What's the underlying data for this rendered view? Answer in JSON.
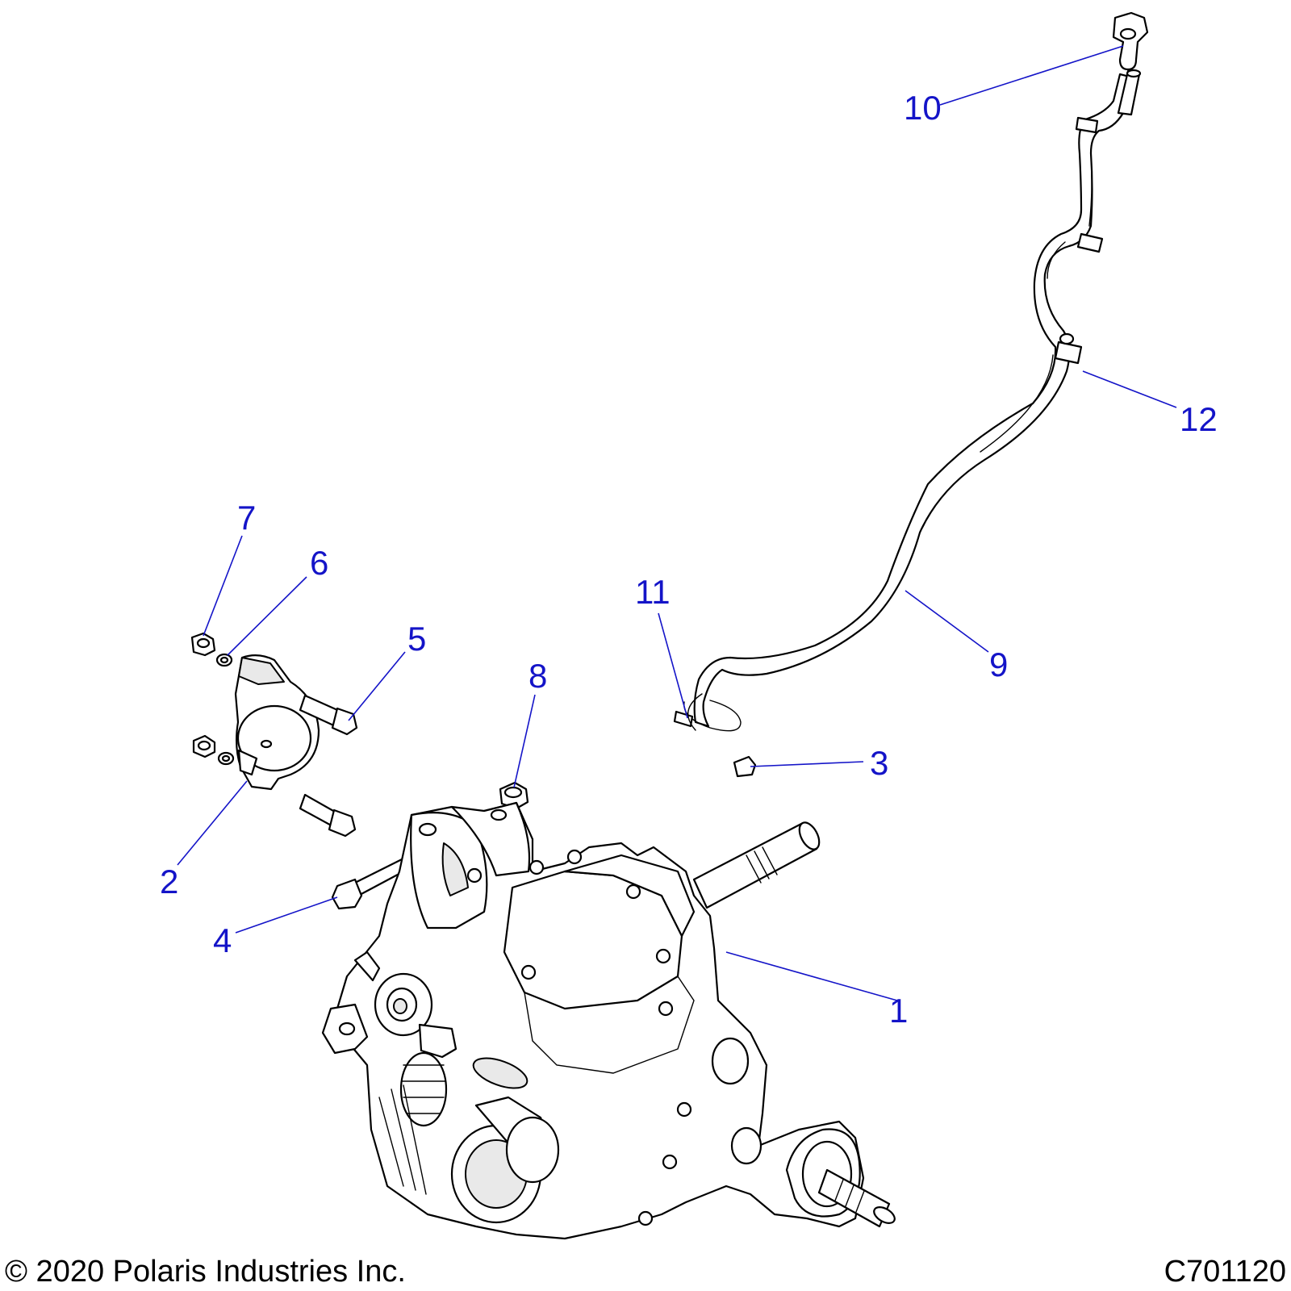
{
  "diagram": {
    "callouts": [
      {
        "id": "1",
        "label": "1"
      },
      {
        "id": "2",
        "label": "2"
      },
      {
        "id": "3",
        "label": "3"
      },
      {
        "id": "4",
        "label": "4"
      },
      {
        "id": "5",
        "label": "5"
      },
      {
        "id": "6",
        "label": "6"
      },
      {
        "id": "7",
        "label": "7"
      },
      {
        "id": "8",
        "label": "8"
      },
      {
        "id": "9",
        "label": "9"
      },
      {
        "id": "10",
        "label": "10"
      },
      {
        "id": "11",
        "label": "11"
      },
      {
        "id": "12",
        "label": "12"
      }
    ],
    "callout_color": "#1414c8",
    "line_color": "#000000"
  },
  "footer": {
    "copyright": "© 2020 Polaris Industries Inc.",
    "drawing_number": "C701120"
  }
}
